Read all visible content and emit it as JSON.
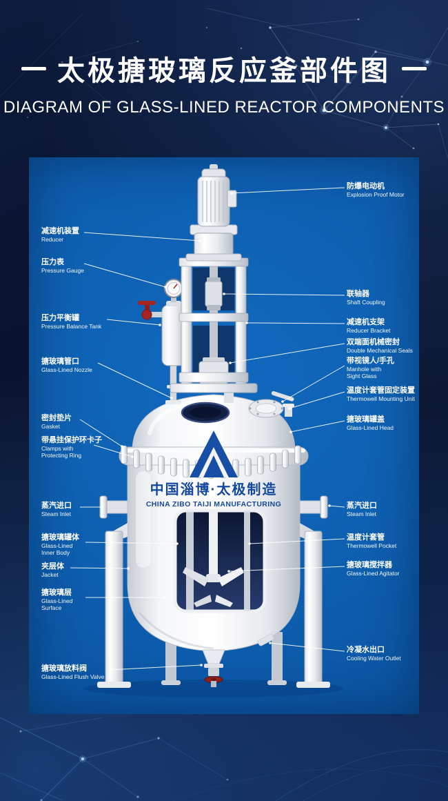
{
  "poster": {
    "title": "太极搪玻璃反应釜部件图",
    "subtitle": "DIAGRAM OF GLASS-LINED REACTOR COMPONENTS"
  },
  "vessel": {
    "brand_cn": "中国淄博·太极制造",
    "brand_en": "CHINA ZIBO TAIJI MANUFACTURING"
  },
  "labels_left": [
    {
      "cn": "减速机装置",
      "en": "Reducer"
    },
    {
      "cn": "压力表",
      "en": "Pressure Gauge"
    },
    {
      "cn": "压力平衡罐",
      "en": "Pressure Balance Tank"
    },
    {
      "cn": "搪玻璃管口",
      "en": "Glass-Lined Nozzle"
    },
    {
      "cn": "密封垫片",
      "en": "Gasket"
    },
    {
      "cn": "带悬挂保护环卡子",
      "en": "Clamps with Protecting Ring"
    },
    {
      "cn": "蒸汽进口",
      "en": "Steam Inlet"
    },
    {
      "cn": "搪玻璃罐体",
      "en": "Glass-Lined Inner Body"
    },
    {
      "cn": "夹层体",
      "en": "Jacket"
    },
    {
      "cn": "搪玻璃层",
      "en": "Glass-Lined Surface"
    },
    {
      "cn": "搪玻璃放料阀",
      "en": "Glass-Lined Flush Valve"
    }
  ],
  "labels_right": [
    {
      "cn": "防爆电动机",
      "en": "Explosion Proof Motor"
    },
    {
      "cn": "联轴器",
      "en": "Shaft Coupling"
    },
    {
      "cn": "减速机支架",
      "en": "Reducer Bracket"
    },
    {
      "cn": "双端面机械密封",
      "en": "Double Mechanical Seals"
    },
    {
      "cn": "带视镜人/手孔",
      "en": "Manhole with Sight Glass"
    },
    {
      "cn": "温度计套管固定装置",
      "en": "Thermowell Mounting Unit"
    },
    {
      "cn": "搪玻璃罐盖",
      "en": "Glass-Lined Head"
    },
    {
      "cn": "蒸汽进口",
      "en": "Steam Inlet"
    },
    {
      "cn": "温度计套管",
      "en": "Thermowell Pocket"
    },
    {
      "cn": "搪玻璃搅拌器",
      "en": "Glass-Lined Agitator"
    },
    {
      "cn": "冷凝水出口",
      "en": "Cooling Water Outlet"
    }
  ],
  "colors": {
    "background_navy": "#0a142e",
    "panel_blue": "#0f63b5",
    "label_text": "#ffffff",
    "brand_blue": "#14489c",
    "valve_red": "#a5241f",
    "vessel_white": "#f2f4f7"
  }
}
